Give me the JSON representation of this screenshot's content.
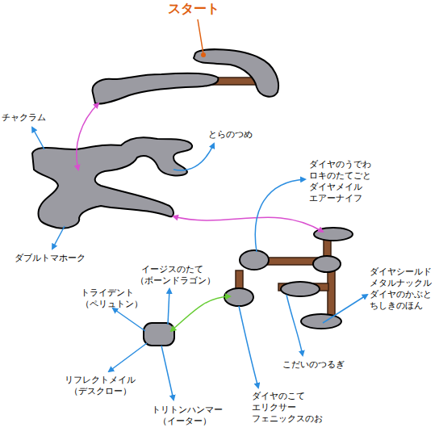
{
  "diagram": {
    "labels": [
      "スタート",
      "チャクラム",
      "とらのつめ",
      "ダブルトマホーク",
      "ダイヤのうでわ",
      "ロキのたてごと",
      "ダイヤメイル",
      "エアーナイフ",
      "イージスのたて",
      "（ボーンドラゴン）",
      "トライデント",
      "（ペリュトン）",
      "ダイヤシールド",
      "メタルナックル",
      "ダイヤのかぶと",
      "ちしきのほん",
      "こだいのつるぎ",
      "リフレクトメイル",
      "（デスクロー）",
      "トリトンハンマー",
      "（イーター）",
      "ダイヤのこて",
      "エリクサー",
      "フェニックスのお"
    ]
  }
}
